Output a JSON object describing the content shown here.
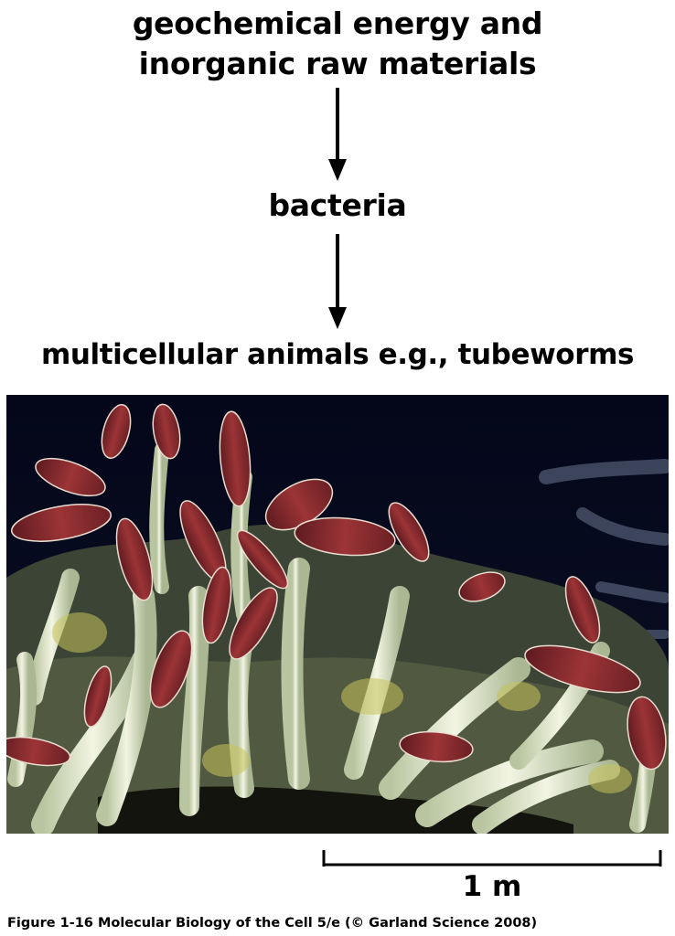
{
  "diagram": {
    "source_line_1": "geochemical energy and",
    "source_line_2": "inorganic raw materials",
    "middle_node": "bacteria",
    "bottom_node": "multicellular animals e.g., tubeworms"
  },
  "photo": {
    "subject": "tubeworms",
    "scale_label": "1 m"
  },
  "caption": "Figure 1-16  Molecular Biology of the Cell 5/e (© Garland Science 2008)",
  "colors": {
    "text": "#000000",
    "photo_background": "#06091a",
    "worm_plume": "#8a2a2c",
    "worm_tube": "#e6ecd2"
  }
}
